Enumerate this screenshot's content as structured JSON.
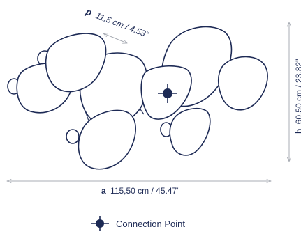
{
  "dimensions": {
    "depth": {
      "symbol": "p",
      "value": "11,5 cm / 4.53\""
    },
    "width": {
      "symbol": "a",
      "value": "115,50 cm / 45.47\""
    },
    "height": {
      "symbol": "h",
      "value": "60,50 cm / 23.82\""
    }
  },
  "legend": {
    "label": "Connection Point"
  },
  "colors": {
    "ink": "#1d2a55",
    "dimension_line": "#a9adb5",
    "background": "#ffffff"
  }
}
